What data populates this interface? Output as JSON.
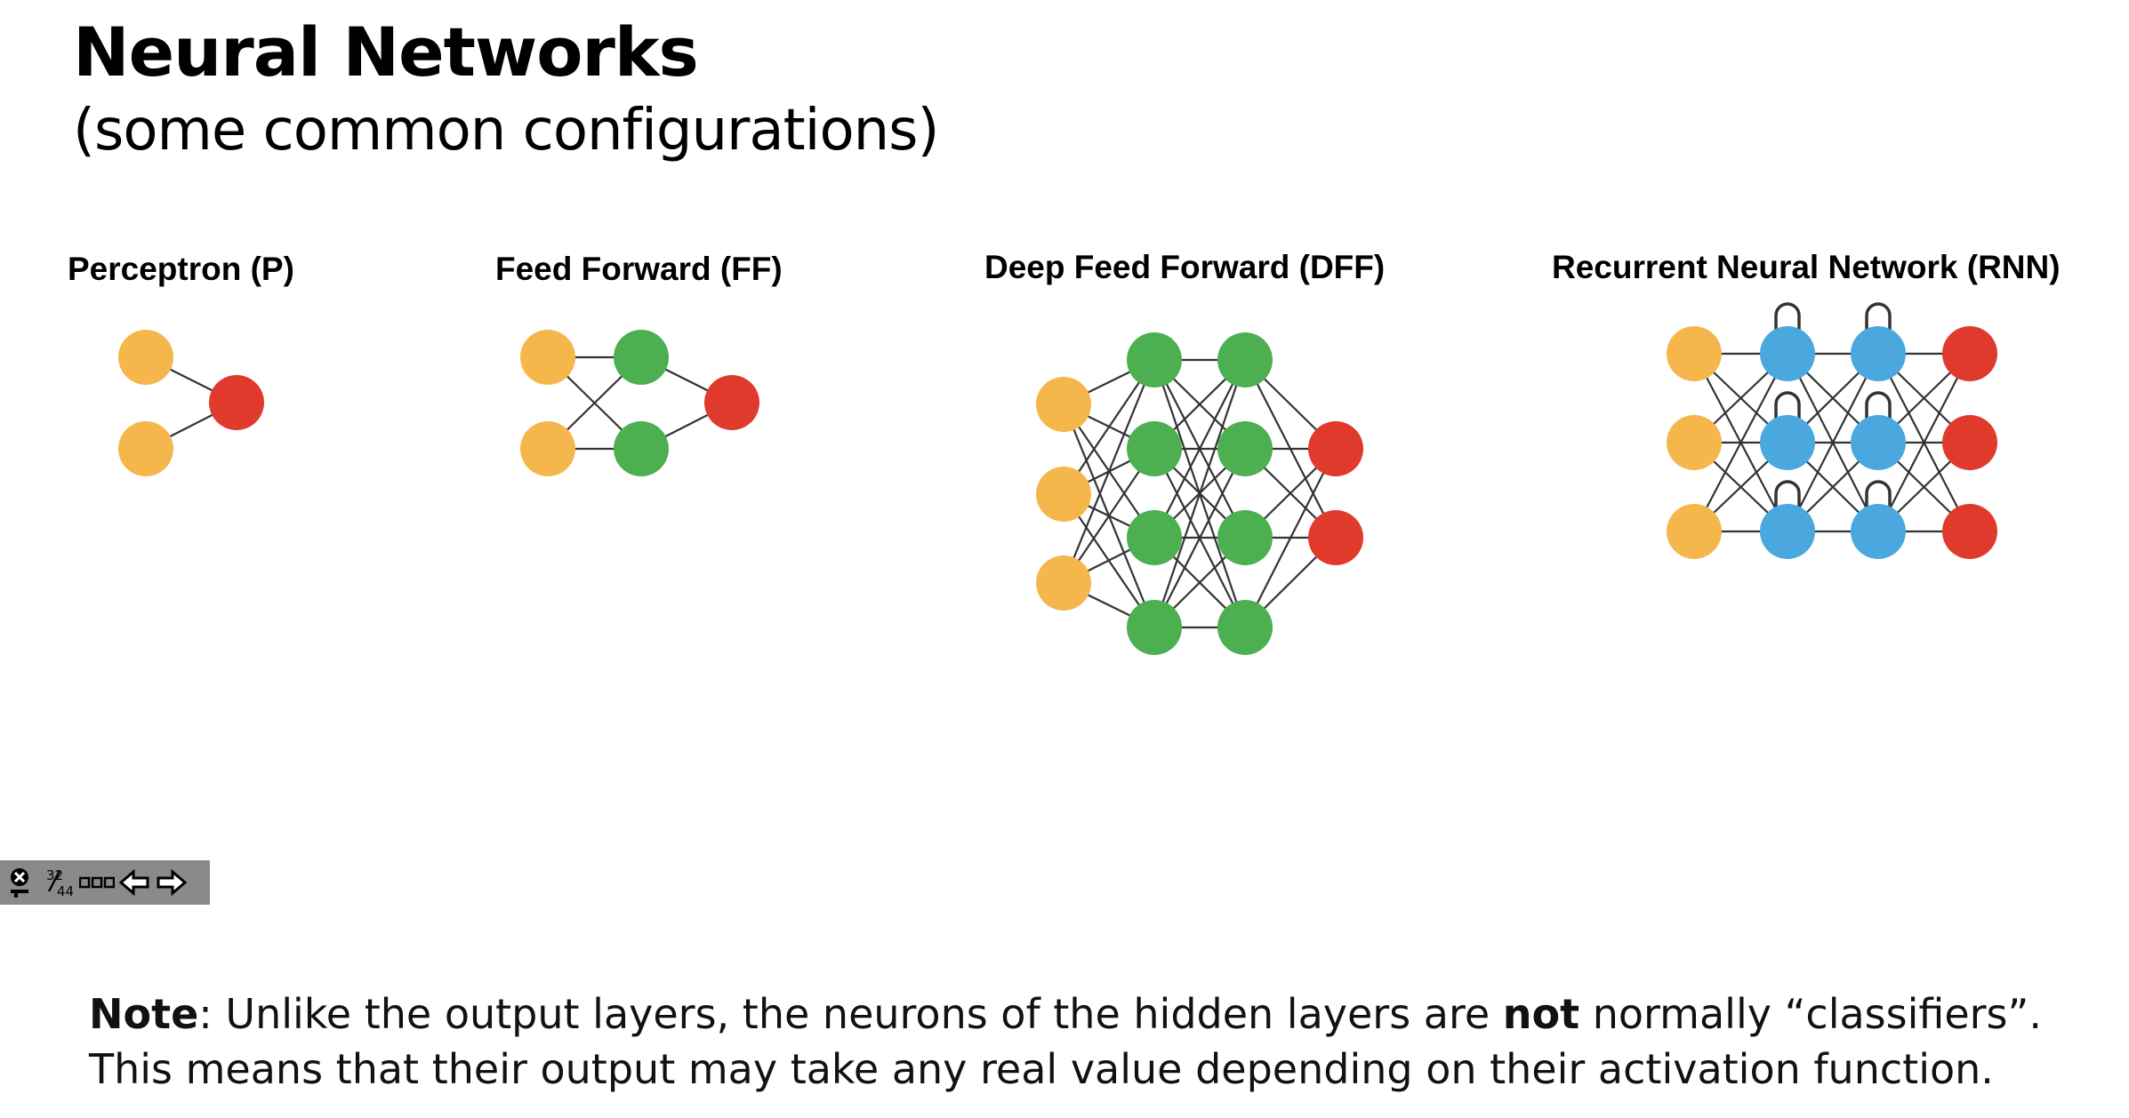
{
  "title": "Neural Networks",
  "subtitle": "(some common configurations)",
  "colors": {
    "input": "#F5B74C",
    "hidden": "#4CAF50",
    "recurrent": "#4AA8DF",
    "output": "#E03A2D",
    "edge": "#333333"
  },
  "networks": [
    {
      "label": "Perceptron (P)",
      "layers": [
        {
          "type": "input",
          "count": 2
        },
        {
          "type": "output",
          "count": 1
        }
      ]
    },
    {
      "label": "Feed Forward (FF)",
      "layers": [
        {
          "type": "input",
          "count": 2
        },
        {
          "type": "hidden",
          "count": 2
        },
        {
          "type": "output",
          "count": 1
        }
      ]
    },
    {
      "label": "Deep Feed Forward (DFF)",
      "layers": [
        {
          "type": "input",
          "count": 3
        },
        {
          "type": "hidden",
          "count": 4
        },
        {
          "type": "hidden",
          "count": 4
        },
        {
          "type": "output",
          "count": 2
        }
      ]
    },
    {
      "label": "Recurrent Neural Network (RNN)",
      "layers": [
        {
          "type": "input",
          "count": 3
        },
        {
          "type": "recurrent",
          "count": 3
        },
        {
          "type": "recurrent",
          "count": 3
        },
        {
          "type": "output",
          "count": 3
        }
      ]
    }
  ],
  "toolbar": {
    "slide_current": "32",
    "slide_total": "44",
    "icons": [
      "close-pointer-icon",
      "slide-counter",
      "more-icon",
      "prev-arrow-icon",
      "next-arrow-icon"
    ]
  },
  "note": {
    "bold_lead": "Note",
    "part1": ": Unlike the output layers, the neurons of the hidden layers are ",
    "bold_not": "not",
    "part2": " normally “classifiers”.",
    "line2": "This means that their output may take any real value depending on their activation function."
  }
}
